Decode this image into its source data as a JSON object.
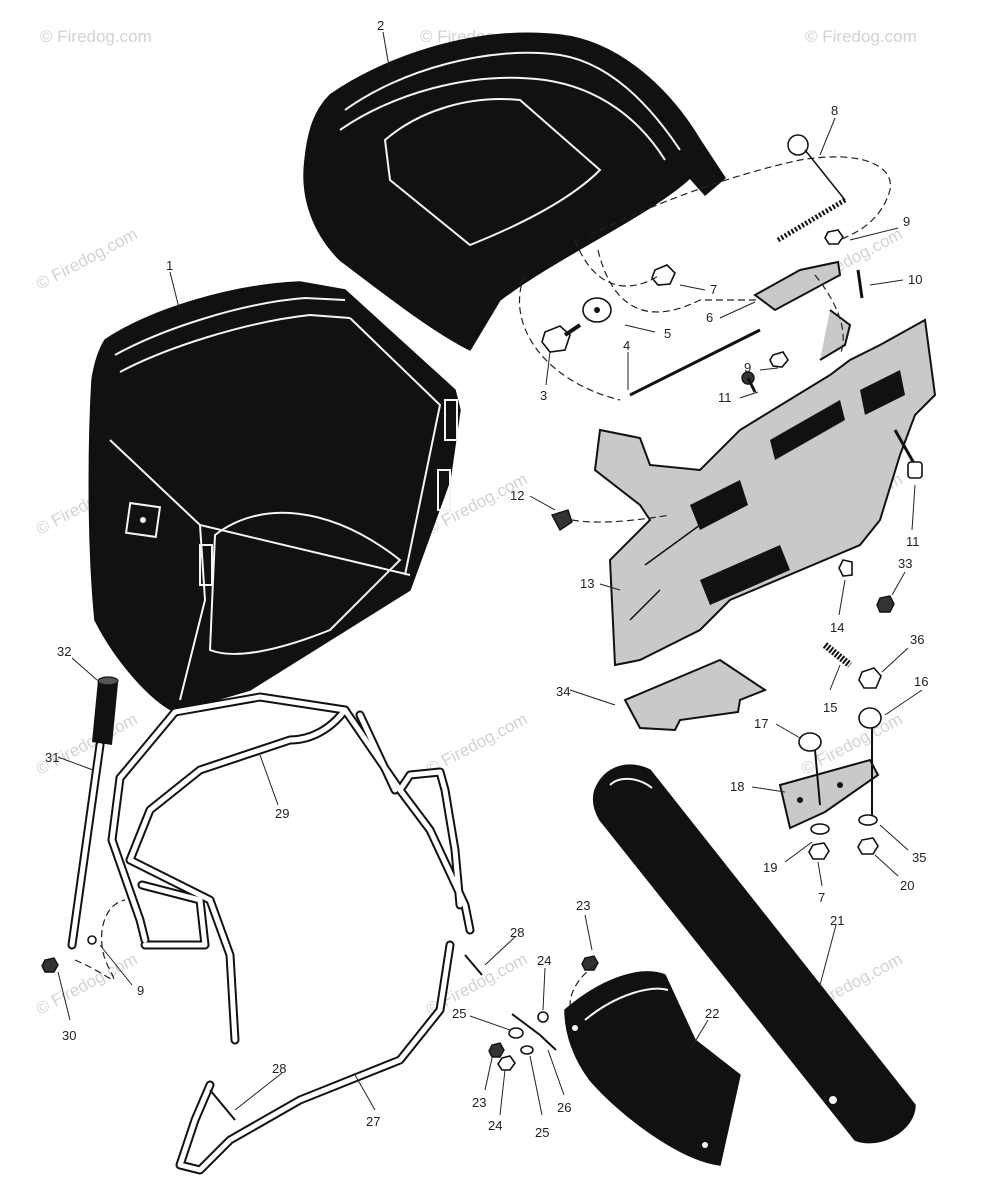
{
  "watermark": "© Firedog.com",
  "callouts": {
    "c1": "1",
    "c2": "2",
    "c3": "3",
    "c4": "4",
    "c5": "5",
    "c6": "6",
    "c7a": "7",
    "c7b": "7",
    "c8": "8",
    "c9a": "9",
    "c9b": "9",
    "c9c": "9",
    "c10": "10",
    "c11a": "11",
    "c11b": "11",
    "c12": "12",
    "c13": "13",
    "c14": "14",
    "c15": "15",
    "c16": "16",
    "c17": "17",
    "c18": "18",
    "c19": "19",
    "c20": "20",
    "c21": "21",
    "c22": "22",
    "c23a": "23",
    "c23b": "23",
    "c24a": "24",
    "c24b": "24",
    "c25a": "25",
    "c25b": "25",
    "c26": "26",
    "c27": "27",
    "c28a": "28",
    "c28b": "28",
    "c29": "29",
    "c30": "30",
    "c31": "31",
    "c32": "32",
    "c33": "33",
    "c34": "34",
    "c35": "35",
    "c36": "36"
  }
}
